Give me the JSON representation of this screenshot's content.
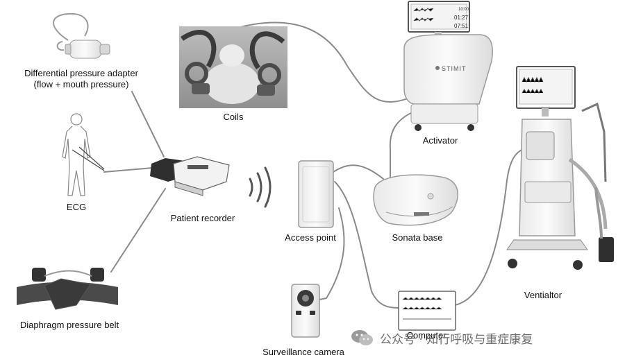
{
  "labels": {
    "differential_pressure_adapter_line1": "Differential pressure adapter",
    "differential_pressure_adapter_line2": "(flow + mouth pressure)",
    "coils": "Coils",
    "activator": "Activator",
    "ecg": "ECG",
    "patient_recorder": "Patient recorder",
    "access_point": "Access point",
    "sonata_base": "Sonata base",
    "ventilator": "Ventialtor",
    "diaphragm_pressure_belt": "Diaphragm pressure belt",
    "computer": "Computer",
    "surveillance_camera": "Surveillance camera"
  },
  "device_text": {
    "activator_brand": "STIMIT",
    "activator_screen_values": [
      "10:00",
      "01:27",
      "07:51"
    ]
  },
  "watermark": {
    "text": "公众号 · 知行呼吸与重症康复",
    "icon": "wechat-icon"
  },
  "colors": {
    "line": "#8a8a8a",
    "device_body": "#f2f2f2",
    "device_edge": "#9a9a9a",
    "dark": "#2d2d2d",
    "watermark": "#6b6b6b"
  }
}
